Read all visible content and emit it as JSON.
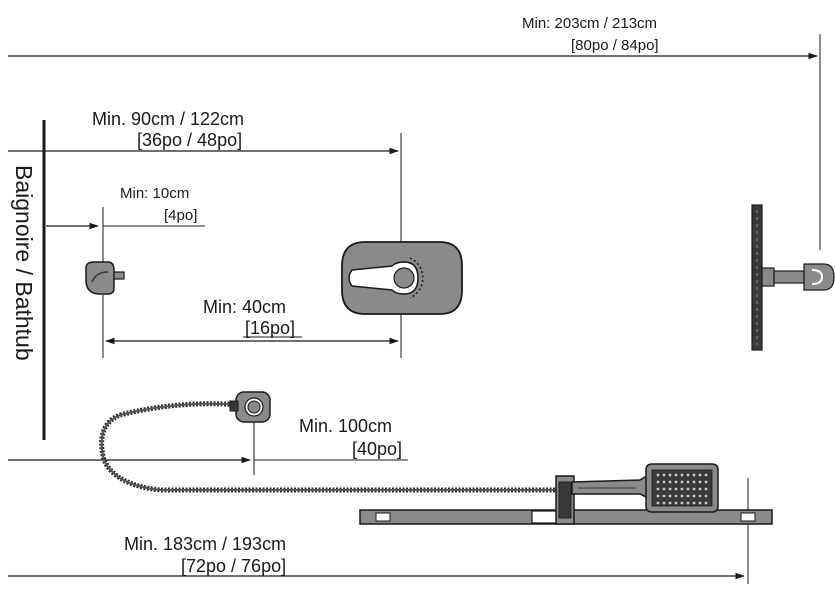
{
  "wall_label": "Baignoire / Bathtub",
  "dimensions": {
    "shower_arm_height": {
      "metric": "Min: 203cm / 213cm",
      "imperial": "[80po / 84po]"
    },
    "valve_height": {
      "metric": "Min. 90cm / 122cm",
      "imperial": "[36po / 48po]"
    },
    "spout_height": {
      "metric": "Min: 10cm",
      "imperial": "[4po]"
    },
    "spout_to_valve": {
      "metric": "Min: 40cm",
      "imperial": "[16po]"
    },
    "outlet_height": {
      "metric": "Min. 100cm",
      "imperial": "[40po]"
    },
    "slide_bar_top": {
      "metric": "Min. 183cm / 193cm",
      "imperial": "[72po / 76po]"
    }
  },
  "icons": [
    "tub-spout-icon",
    "valve-trim-icon",
    "rain-showerhead-icon",
    "wall-outlet-icon",
    "hand-shower-icon",
    "slide-bar-icon",
    "shower-hose-icon"
  ],
  "colors": {
    "line": "#1a1a1a",
    "fixture_fill": "#8a8a8a",
    "fixture_dark": "#3a3a3a"
  }
}
